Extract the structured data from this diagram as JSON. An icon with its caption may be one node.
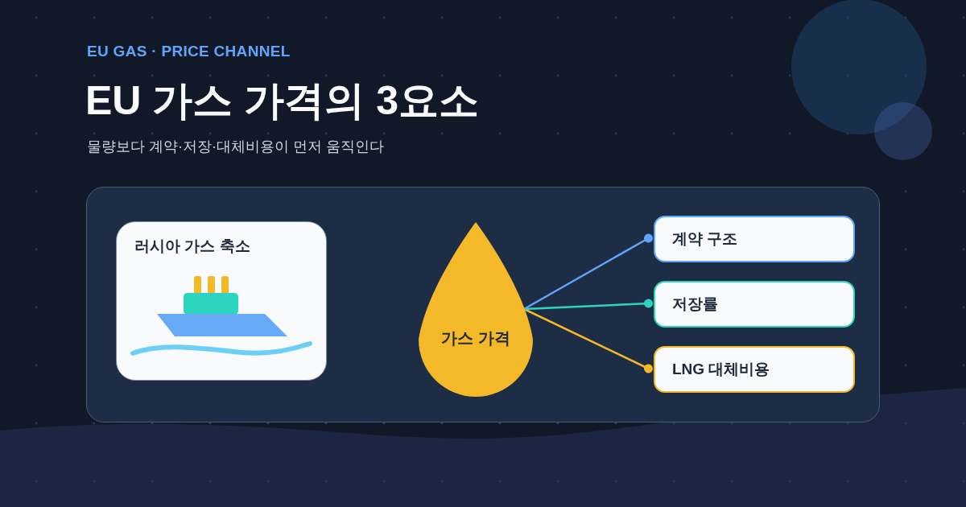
{
  "diagram": {
    "title": "EU 가스 가격의 3요소",
    "nodes": [
      {
        "text": [],
        "shape": "box"
      },
      {
        "text": [
          "러시아 가스 축소"
        ],
        "in": 0
      },
      {
        "text": [
          "가스 가격"
        ],
        "in": 0
      },
      {
        "text": [
          "계약 구조"
        ],
        "in": 0
      },
      {
        "text": [
          "저장률"
        ],
        "in": 0
      },
      {
        "text": [
          "LNG 대체비용"
        ],
        "in": 0
      }
    ],
    "edges": [
      {
        "from": 2,
        "to": 3,
        "arrow": "other",
        "color": "#60a5fa"
      },
      {
        "from": 2,
        "to": 4,
        "arrow": "other",
        "color": "#2dd4bf"
      },
      {
        "from": 2,
        "to": 5,
        "arrow": "other",
        "color": "#f3b928"
      }
    ],
    "labels": [
      "EU GAS · PRICE CHANNEL",
      "물량보다 계약·저장·대체비용이 먼저 움직인다"
    ]
  }
}
